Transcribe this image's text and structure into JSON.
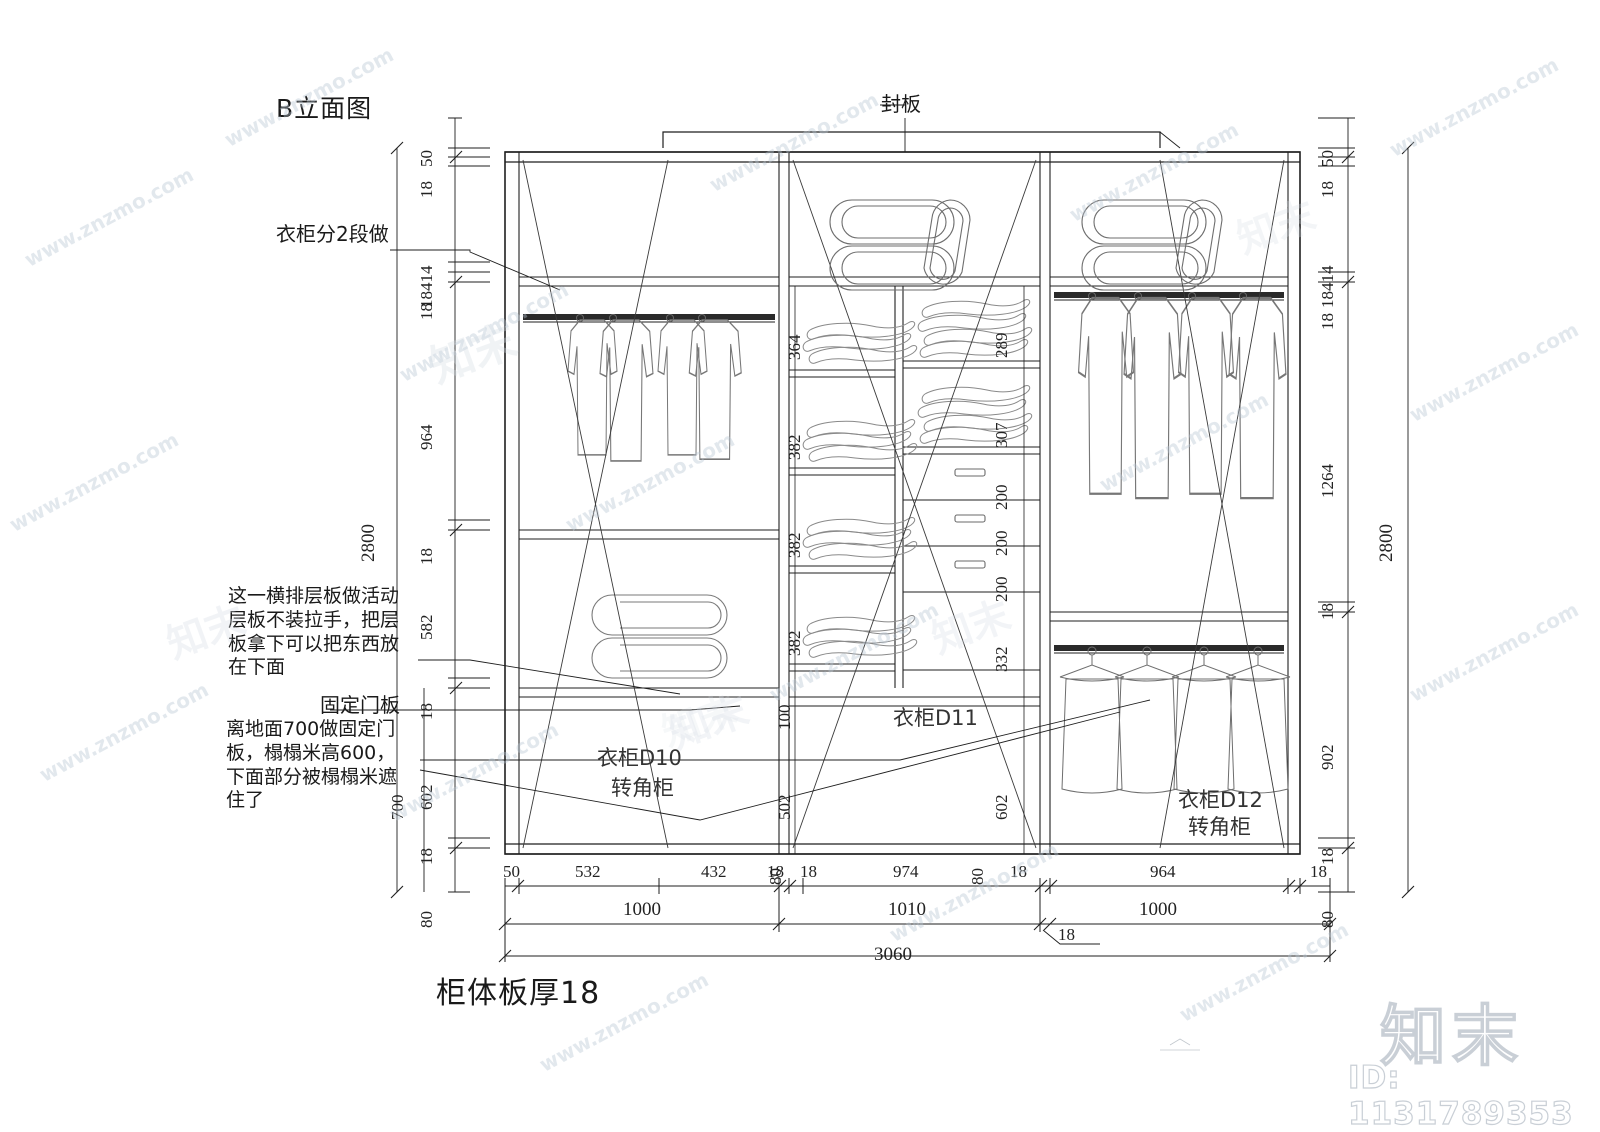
{
  "drawing": {
    "view_title": "B立面图",
    "bottom_title": "柜体板厚18",
    "overall_height": "2800",
    "overall_width": "3060",
    "seal_panel_label": "封板"
  },
  "notes": {
    "note_top": "衣柜分2段做",
    "note_shelf": "这一横排层板做活动\n层板不装拉手，把层\n板拿下可以把东西放\n在下面",
    "note_fixed_door_label": "固定门板",
    "note_fixed_door": "离地面700做固定门\n板，榻榻米高600，\n下面部分被榻榻米遮\n住了"
  },
  "cabinets": [
    {
      "id": "c-d10",
      "name": "衣柜D10",
      "sub": "转角柜"
    },
    {
      "id": "c-d11",
      "name": "衣柜D11",
      "sub": ""
    },
    {
      "id": "c-d12",
      "name": "衣柜D12",
      "sub": "转角柜"
    }
  ],
  "dims_left": {
    "total": "2800",
    "chain": [
      "50",
      "18",
      "18",
      "414",
      "18",
      "964",
      "18",
      "582",
      "18",
      "602",
      "18",
      "80"
    ],
    "chain_merged_top": "18414",
    "bracket_700": "700"
  },
  "dims_right": {
    "total": "2800",
    "chain": [
      "50",
      "18",
      "18",
      "414",
      "18",
      "1264",
      "18",
      "902",
      "18",
      "80"
    ],
    "chain_merged_top": "18414"
  },
  "dims_bottom": {
    "row1": [
      "50",
      "532",
      "432",
      "18",
      "18",
      "974",
      "18",
      "964",
      "18"
    ],
    "row2": [
      "1000",
      "1010",
      "1000"
    ],
    "row2_gap": "18",
    "total": "3060",
    "plinth_left": "80",
    "plinth_mid": "80",
    "plinth_right": "80"
  },
  "dims_mid_left_column": [
    "364",
    "382",
    "382",
    "382",
    "100",
    "502"
  ],
  "dims_mid_right_column": [
    "289",
    "307",
    "200",
    "200",
    "200",
    "332",
    "602"
  ],
  "watermarks": {
    "site": "www.znzmo.com",
    "brand": "知末",
    "id": "ID: 1131789353"
  },
  "colors": {
    "line": "#1f1f1f",
    "thin": "#4a4a4a",
    "content": "#6e6e6e",
    "watermark": "#c8d2dc"
  }
}
